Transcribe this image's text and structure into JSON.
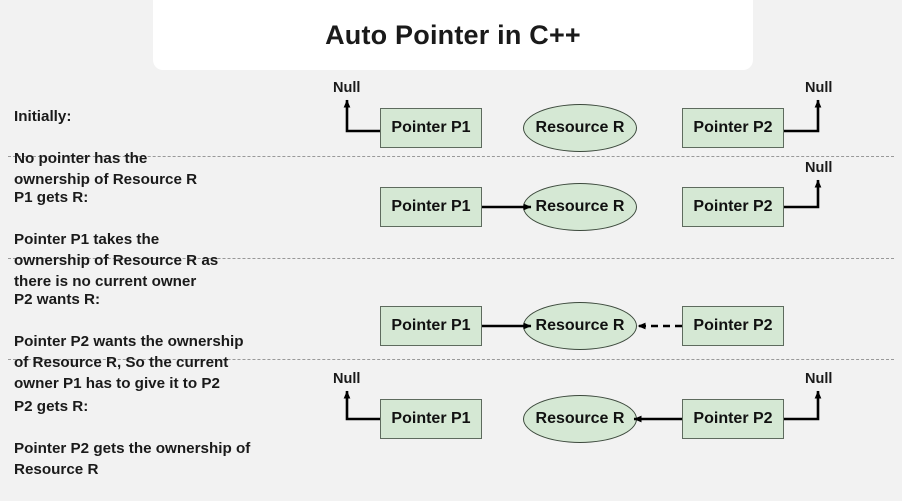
{
  "page": {
    "background_color": "#f2f2f2",
    "card_color": "#ffffff",
    "node_fill": "#d5e8d4",
    "node_border": "#5e6b5e",
    "text_color": "#1a1a1a",
    "separator_color": "#999999"
  },
  "header": {
    "title": "Auto Pointer in C++"
  },
  "labels": {
    "pointer_p1": "Pointer P1",
    "pointer_p2": "Pointer P2",
    "resource_r": "Resource R",
    "null": "Null"
  },
  "rows": [
    {
      "id": "initially",
      "heading": "Initially:",
      "body": "No pointer has the\nownership of Resource R",
      "p1_label": "Pointer P1",
      "p2_label": "Pointer P2",
      "resource_label": "Resource R",
      "p1_null_label": "Null",
      "p2_null_label": "Null",
      "p1_points_to_resource": false,
      "p2_points_to_resource": false,
      "p1_points_to_null": true,
      "p2_points_to_null": true,
      "arrow_style": "none"
    },
    {
      "id": "p1-gets-r",
      "heading": "P1 gets R:",
      "body": "Pointer P1 takes the\nownership of Resource R as\nthere is no current owner",
      "p1_label": "Pointer P1",
      "p2_label": "Pointer P2",
      "resource_label": "Resource R",
      "p2_null_label": "Null",
      "p1_points_to_resource": true,
      "p2_points_to_resource": false,
      "p1_points_to_null": false,
      "p2_points_to_null": true,
      "arrow_style": "solid"
    },
    {
      "id": "p2-wants-r",
      "heading": "P2 wants R:",
      "body": "Pointer P2 wants the ownership\nof Resource R, So the current\nowner P1 has to give it to P2",
      "p1_label": "Pointer P1",
      "p2_label": "Pointer P2",
      "resource_label": "Resource R",
      "p1_points_to_resource": true,
      "p2_points_to_resource": true,
      "p1_points_to_null": false,
      "p2_points_to_null": false,
      "arrow_style": "p1-solid-p2-dashed"
    },
    {
      "id": "p2-gets-r",
      "heading": "P2 gets R:",
      "body": "Pointer P2 gets the ownership of\nResource R",
      "p1_label": "Pointer P1",
      "p2_label": "Pointer P2",
      "resource_label": "Resource R",
      "p1_null_label": "Null",
      "p2_null_label": "Null",
      "p1_points_to_resource": false,
      "p2_points_to_resource": true,
      "p1_points_to_null": true,
      "p2_points_to_null": true,
      "arrow_style": "solid-reverse"
    }
  ],
  "separators": [
    {
      "id": "sep-1"
    },
    {
      "id": "sep-2"
    },
    {
      "id": "sep-3"
    }
  ]
}
